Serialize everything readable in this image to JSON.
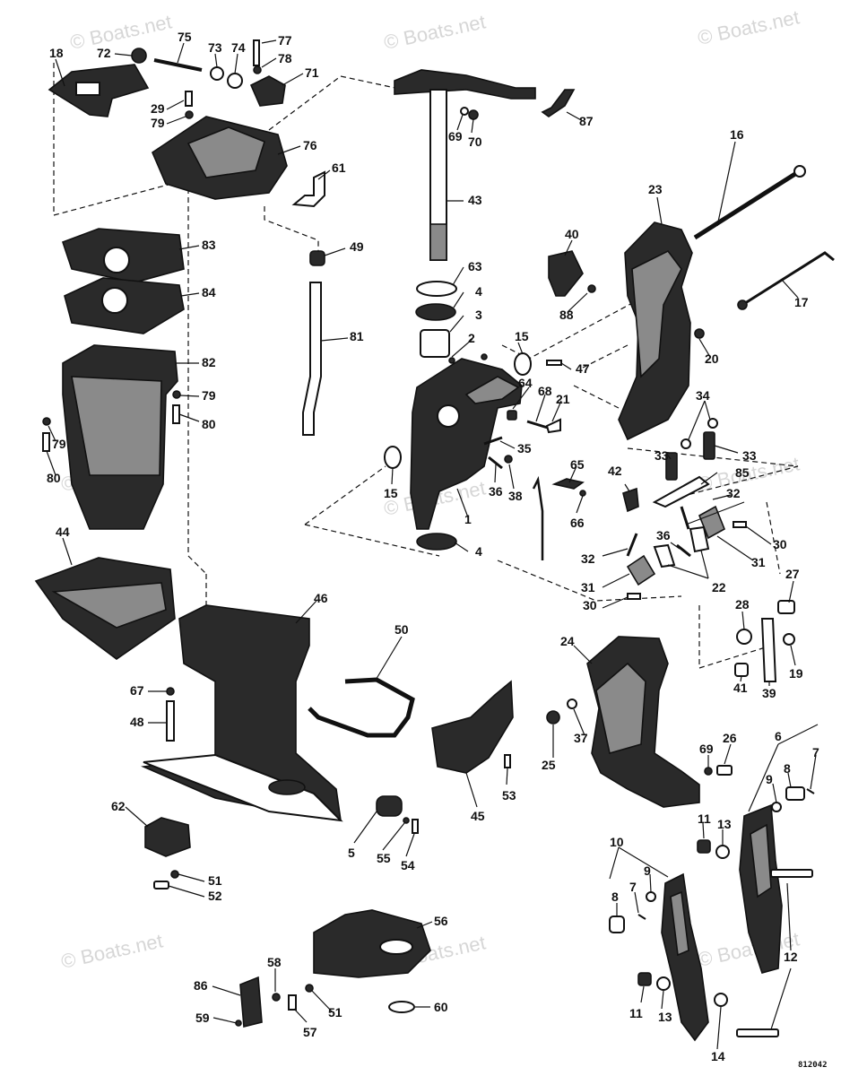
{
  "watermark": "© Boats.net",
  "figure_code": "812042",
  "callouts": [
    "1",
    "2",
    "3",
    "4",
    "5",
    "6",
    "7",
    "8",
    "9",
    "10",
    "11",
    "12",
    "13",
    "14",
    "15",
    "16",
    "17",
    "18",
    "19",
    "20",
    "21",
    "22",
    "23",
    "24",
    "25",
    "26",
    "27",
    "28",
    "29",
    "30",
    "31",
    "32",
    "33",
    "34",
    "35",
    "36",
    "37",
    "38",
    "39",
    "40",
    "41",
    "42",
    "43",
    "44",
    "45",
    "46",
    "47",
    "48",
    "49",
    "50",
    "51",
    "52",
    "53",
    "54",
    "55",
    "56",
    "57",
    "58",
    "59",
    "60",
    "61",
    "62",
    "63",
    "64",
    "65",
    "66",
    "67",
    "68",
    "69",
    "70",
    "71",
    "72",
    "73",
    "74",
    "75",
    "76",
    "77",
    "78",
    "79",
    "80",
    "81",
    "82",
    "83",
    "84",
    "85",
    "86",
    "87",
    "88"
  ]
}
